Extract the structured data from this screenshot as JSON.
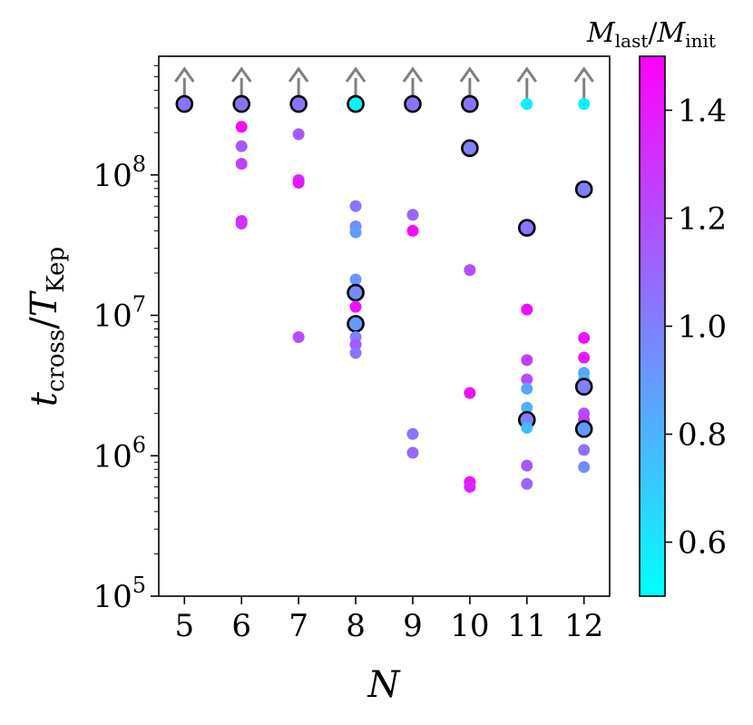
{
  "chart_data": {
    "type": "scatter",
    "xlabel": "N",
    "ylabel": "t_cross/T_Kep",
    "x_ticks": [
      5,
      6,
      7,
      8,
      9,
      10,
      11,
      12
    ],
    "xlim": [
      4.55,
      12.45
    ],
    "y_scale": "log",
    "ylim": [
      100000,
      700000000
    ],
    "y_ticks": [
      {
        "value": 100000,
        "base": "10",
        "exp": "5"
      },
      {
        "value": 1000000,
        "base": "10",
        "exp": "6"
      },
      {
        "value": 10000000,
        "base": "10",
        "exp": "7"
      },
      {
        "value": 100000000,
        "base": "10",
        "exp": "8"
      }
    ],
    "colorbar": {
      "title_main1": "M",
      "title_sub1": "last",
      "title_sep": "/",
      "title_main2": "M",
      "title_sub2": "init",
      "range": [
        0.5,
        1.5
      ],
      "ticks": [
        {
          "value": 0.6,
          "label": "0.6"
        },
        {
          "value": 0.8,
          "label": "0.8"
        },
        {
          "value": 1.0,
          "label": "1.0"
        },
        {
          "value": 1.2,
          "label": "1.2"
        },
        {
          "value": 1.4,
          "label": "1.4"
        }
      ],
      "colormap": "cool",
      "color_low": "#00ffff",
      "color_high": "#ff00ff"
    },
    "lower_limit_arrows": {
      "color": "#808080",
      "x": [
        5,
        6,
        7,
        8,
        9,
        10,
        11,
        12
      ]
    },
    "points": [
      {
        "x": 5,
        "y": 320000000,
        "c": 1.05,
        "outlined": true
      },
      {
        "x": 6,
        "y": 320000000,
        "c": 1.05,
        "outlined": true
      },
      {
        "x": 6,
        "y": 220000000,
        "c": 1.45
      },
      {
        "x": 6,
        "y": 160000000,
        "c": 1.15
      },
      {
        "x": 6,
        "y": 120000000,
        "c": 1.25
      },
      {
        "x": 6,
        "y": 47000000,
        "c": 1.35
      },
      {
        "x": 6,
        "y": 45000000,
        "c": 1.3
      },
      {
        "x": 7,
        "y": 320000000,
        "c": 1.05,
        "outlined": true
      },
      {
        "x": 7,
        "y": 195000000,
        "c": 1.15
      },
      {
        "x": 7,
        "y": 92000000,
        "c": 1.3
      },
      {
        "x": 7,
        "y": 88000000,
        "c": 1.4
      },
      {
        "x": 7,
        "y": 7000000,
        "c": 1.2
      },
      {
        "x": 8,
        "y": 320000000,
        "c": 0.55,
        "outlined": true
      },
      {
        "x": 8,
        "y": 60000000,
        "c": 1.05
      },
      {
        "x": 8,
        "y": 43000000,
        "c": 0.95
      },
      {
        "x": 8,
        "y": 39000000,
        "c": 0.9
      },
      {
        "x": 8,
        "y": 18000000,
        "c": 0.9
      },
      {
        "x": 8,
        "y": 14500000,
        "c": 0.95,
        "outlined": true
      },
      {
        "x": 8,
        "y": 11500000,
        "c": 1.45
      },
      {
        "x": 8,
        "y": 8700000,
        "c": 0.9,
        "outlined": true
      },
      {
        "x": 8,
        "y": 7000000,
        "c": 1.0
      },
      {
        "x": 8,
        "y": 6200000,
        "c": 1.15
      },
      {
        "x": 8,
        "y": 5400000,
        "c": 1.05
      },
      {
        "x": 9,
        "y": 320000000,
        "c": 1.05,
        "outlined": true
      },
      {
        "x": 9,
        "y": 52000000,
        "c": 1.1
      },
      {
        "x": 9,
        "y": 40000000,
        "c": 1.45
      },
      {
        "x": 9,
        "y": 1430000,
        "c": 1.05
      },
      {
        "x": 9,
        "y": 1050000,
        "c": 1.1
      },
      {
        "x": 10,
        "y": 320000000,
        "c": 1.05,
        "outlined": true
      },
      {
        "x": 10,
        "y": 155000000,
        "c": 1.0,
        "outlined": true
      },
      {
        "x": 10,
        "y": 21000000,
        "c": 1.2
      },
      {
        "x": 10,
        "y": 2800000,
        "c": 1.45
      },
      {
        "x": 10,
        "y": 650000,
        "c": 1.45
      },
      {
        "x": 10,
        "y": 600000,
        "c": 1.35
      },
      {
        "x": 11,
        "y": 320000000,
        "c": 0.55
      },
      {
        "x": 11,
        "y": 42000000,
        "c": 1.05,
        "outlined": true
      },
      {
        "x": 11,
        "y": 11000000,
        "c": 1.45
      },
      {
        "x": 11,
        "y": 4800000,
        "c": 1.25
      },
      {
        "x": 11,
        "y": 3500000,
        "c": 1.2
      },
      {
        "x": 11,
        "y": 3000000,
        "c": 0.85
      },
      {
        "x": 11,
        "y": 2200000,
        "c": 0.8
      },
      {
        "x": 11,
        "y": 1800000,
        "c": 1.0,
        "outlined": true
      },
      {
        "x": 11,
        "y": 1580000,
        "c": 0.75
      },
      {
        "x": 11,
        "y": 850000,
        "c": 1.15
      },
      {
        "x": 11,
        "y": 630000,
        "c": 1.1
      },
      {
        "x": 12,
        "y": 320000000,
        "c": 0.55
      },
      {
        "x": 12,
        "y": 79000000,
        "c": 1.0,
        "outlined": true
      },
      {
        "x": 12,
        "y": 6900000,
        "c": 1.45
      },
      {
        "x": 12,
        "y": 5000000,
        "c": 1.4
      },
      {
        "x": 12,
        "y": 3900000,
        "c": 0.85
      },
      {
        "x": 12,
        "y": 3500000,
        "c": 0.8
      },
      {
        "x": 12,
        "y": 3100000,
        "c": 1.0,
        "outlined": true
      },
      {
        "x": 12,
        "y": 2000000,
        "c": 1.2
      },
      {
        "x": 12,
        "y": 1800000,
        "c": 1.25
      },
      {
        "x": 12,
        "y": 1550000,
        "c": 0.9,
        "outlined": true
      },
      {
        "x": 12,
        "y": 1100000,
        "c": 1.05
      },
      {
        "x": 12,
        "y": 830000,
        "c": 0.95
      }
    ]
  },
  "labels": {
    "x_title": "N",
    "y_title_main": "t",
    "y_title_sub": "cross",
    "y_title_sep": "/",
    "y_title_main2": "T",
    "y_title_sub2": "Kep"
  }
}
